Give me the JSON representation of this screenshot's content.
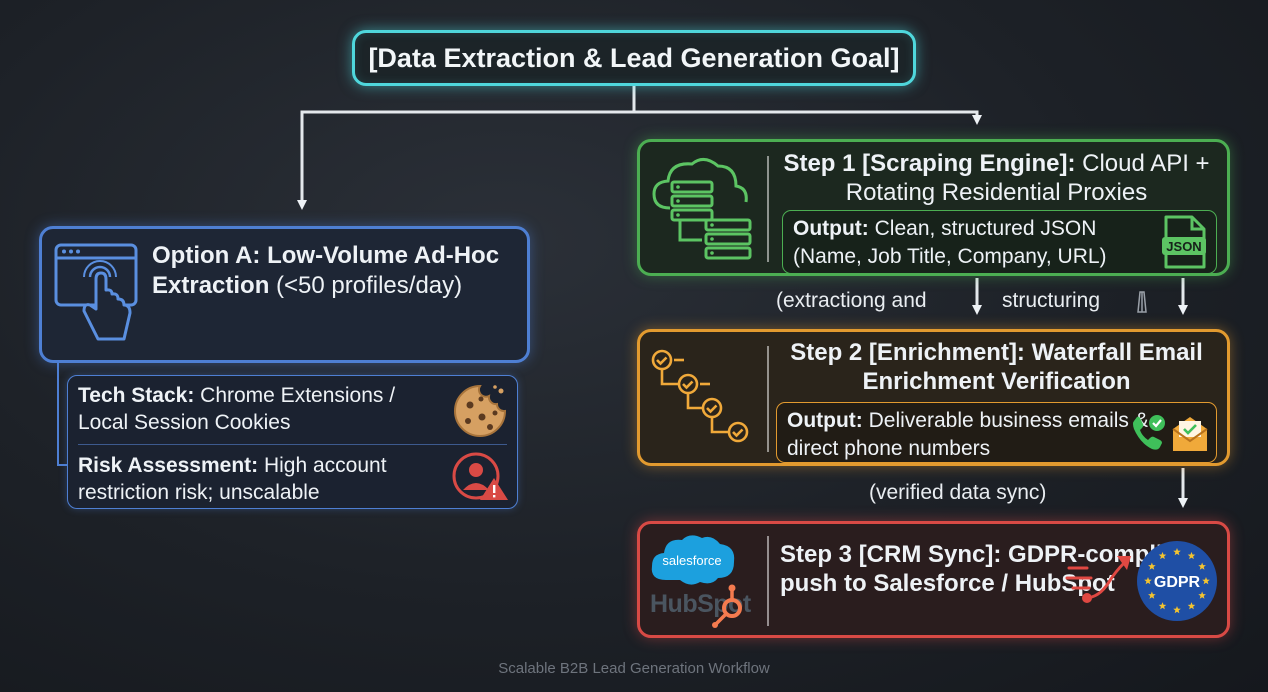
{
  "goal": {
    "title": "[Data Extraction & Lead Generation Goal]"
  },
  "option_a": {
    "title_bold": "Option A: Low-Volume Ad-Hoc Extraction",
    "title_rest": " (<50 profiles/day)",
    "tech_stack_label": "Tech Stack:",
    "tech_stack_text": " Chrome Extensions / Local Session Cookies",
    "risk_label": "Risk Assessment:",
    "risk_text": " High account restriction risk; unscalable",
    "icons": [
      "browser-click-icon",
      "cookie-icon",
      "user-warning-icon"
    ]
  },
  "step1": {
    "title_bold": "Step 1 [Scraping Engine]:",
    "title_rest": " Cloud API + Rotating Residential Proxies",
    "output_label": "Output:",
    "output_text": " Clean, structured JSON (Name, Job Title, Company, URL)",
    "json_badge": "JSON",
    "icons": [
      "cloud-servers-icon",
      "json-file-icon"
    ]
  },
  "conn1": {
    "label_a": "(extractiong and",
    "label_b": "structuring"
  },
  "step2": {
    "title": "Step 2 [Enrichment]: Waterfall Email Enrichment Verification",
    "output_label": "Output:",
    "output_text": " Deliverable business emails & direct phone numbers",
    "icons": [
      "checklist-cascade-icon",
      "phone-check-icon",
      "email-check-icon"
    ]
  },
  "conn2": {
    "label": "(verified data sync)"
  },
  "step3": {
    "title": "Step 3 [CRM Sync]: GDPR-compliant push to Salesforce / HubSpot",
    "salesforce_logo": "salesforce",
    "hubspot_logo": "HubSpot",
    "gdpr_badge": "GDPR",
    "icons": [
      "speed-arrow-icon",
      "gdpr-badge-icon"
    ]
  },
  "caption": "Scalable B2B Lead Generation Workflow",
  "colors": {
    "goal": "#4fd7dc",
    "option_a": "#4e7fd3",
    "step1": "#4cae52",
    "step2": "#e29a2f",
    "step3": "#d84a45"
  }
}
